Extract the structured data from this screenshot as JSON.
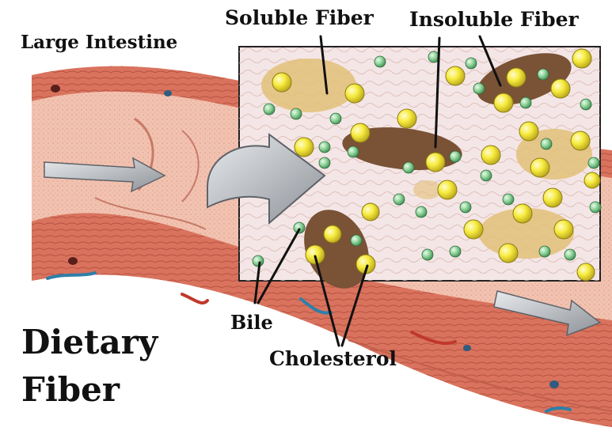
{
  "labels": {
    "large_intestine": "Large Intestine",
    "soluble_fiber": "Soluble Fiber",
    "insoluble_fiber": "Insoluble Fiber",
    "bile": "Bile",
    "cholesterol": "Cholesterol",
    "title_line1": "Dietary",
    "title_line2": "Fiber"
  },
  "colors": {
    "intestine_wall": "#d9735e",
    "intestine_lumen": "#f2c2b0",
    "soluble_fiber": "#e2bf78",
    "insoluble_fiber": "#7a5236",
    "bile": "#8ed39a",
    "cholesterol": "#f5e63a",
    "arrow": "#a9adb2"
  },
  "icons": [
    "flow-arrow",
    "zoom-arrow",
    "blood-vessel"
  ]
}
